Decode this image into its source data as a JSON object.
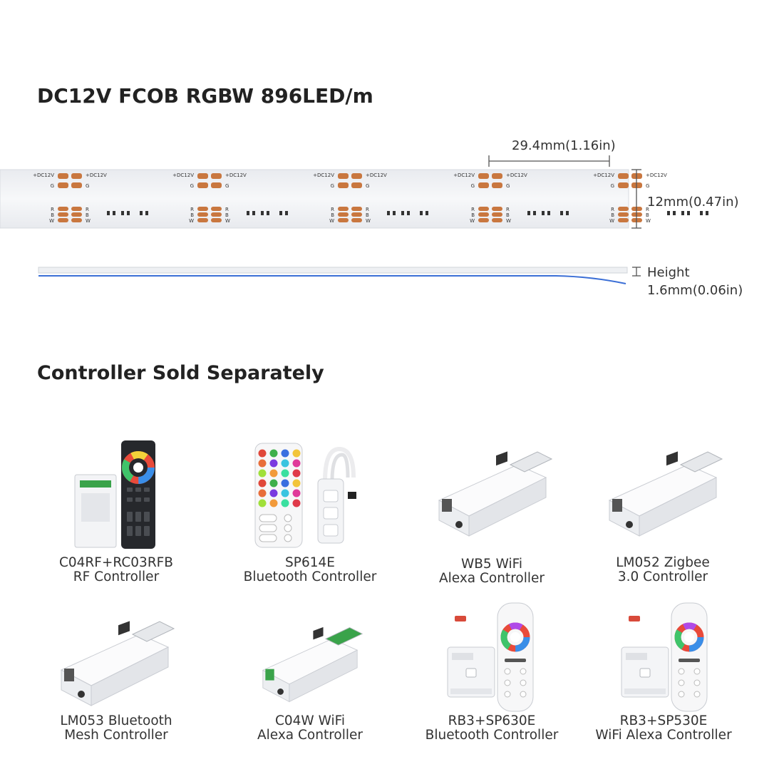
{
  "title": "DC12V FCOB RGBW 896LED/m",
  "strip": {
    "pad_label": "+DC12V",
    "g_label": "G",
    "r_label": "R",
    "b_label": "B",
    "w_label": "W",
    "cut_length": "29.4mm(1.16in)",
    "width": "12mm(0.47in)",
    "height_label": "Height",
    "height_value": "1.6mm(0.06in)"
  },
  "controllers_heading": "Controller Sold Separately",
  "products": [
    {
      "line1": "C04RF+RC03RFB",
      "line2": "RF Controller"
    },
    {
      "line1": "SP614E",
      "line2": "Bluetooth Controller"
    },
    {
      "line1": "WB5 WiFi",
      "line2": "Alexa Controller"
    },
    {
      "line1": "LM052 Zigbee",
      "line2": "3.0 Controller"
    },
    {
      "line1": "LM053 Bluetooth",
      "line2": "Mesh Controller"
    },
    {
      "line1": "C04W WiFi",
      "line2": "Alexa Controller"
    },
    {
      "line1": "RB3+SP630E",
      "line2": "Bluetooth Controller"
    },
    {
      "line1": "RB3+SP530E",
      "line2": "WiFi Alexa Controller"
    }
  ],
  "colors": {
    "copper": "#c9773f",
    "strip": "#f1f2f5",
    "accent_blue": "#3b6fd6"
  }
}
